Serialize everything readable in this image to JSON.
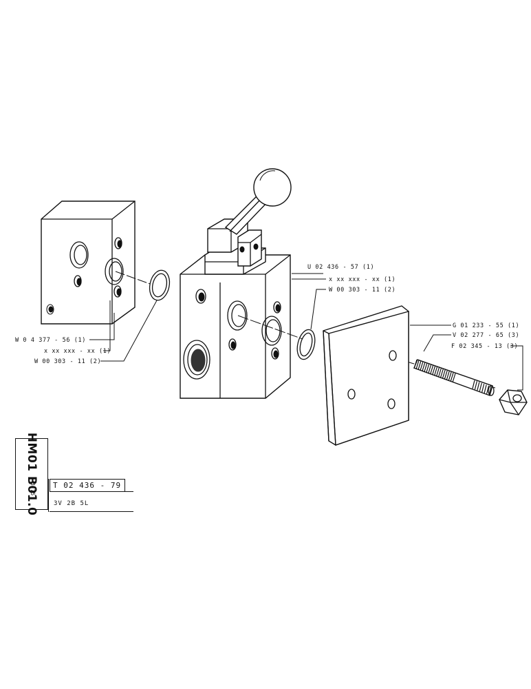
{
  "callouts": {
    "left_block": "W 0 4 377 - 56 (1)",
    "left_screw": "x xx xxx - xx (1)",
    "left_oring": "W 00 303 - 11 (2)",
    "valve_body": "U 02 436 - 57 (1)",
    "valve_screw": "x xx xxx - xx (1)",
    "valve_oring": "W 00 303 - 11 (2)",
    "cover_plate": "G 01 233 - 55 (1)",
    "stud": "V 02 277 - 65 (3)",
    "nut": "F 02 345 - 13 (3)"
  },
  "title_block": {
    "code": "HM01 B01.0",
    "date": "3-75",
    "part_number": "T 02 436 - 79",
    "spec": "3V  2B  5L"
  }
}
